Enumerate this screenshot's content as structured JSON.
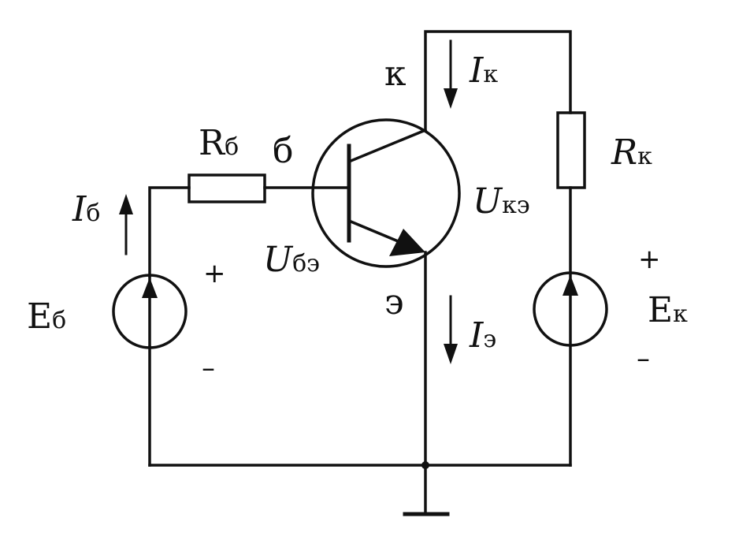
{
  "diagram": {
    "resistor_base": {
      "letter": "R",
      "sub": "б"
    },
    "resistor_collector": {
      "letter": "R",
      "sub": "к"
    },
    "source_base": {
      "letter": "E",
      "sub": "б"
    },
    "source_collector": {
      "letter": "E",
      "sub": "к"
    },
    "terminal_collector": "к",
    "terminal_base": "б",
    "terminal_emitter": "э",
    "current_collector": {
      "letter": "I",
      "sub": "к"
    },
    "current_base": {
      "letter": "I",
      "sub": "б"
    },
    "current_emitter": {
      "letter": "I",
      "sub": "э"
    },
    "voltage_be": {
      "letter": "U",
      "sub": "бэ"
    },
    "voltage_ce": {
      "letter": "U",
      "sub": "кэ"
    },
    "plus_sign": "+",
    "minus_sign": "–"
  }
}
